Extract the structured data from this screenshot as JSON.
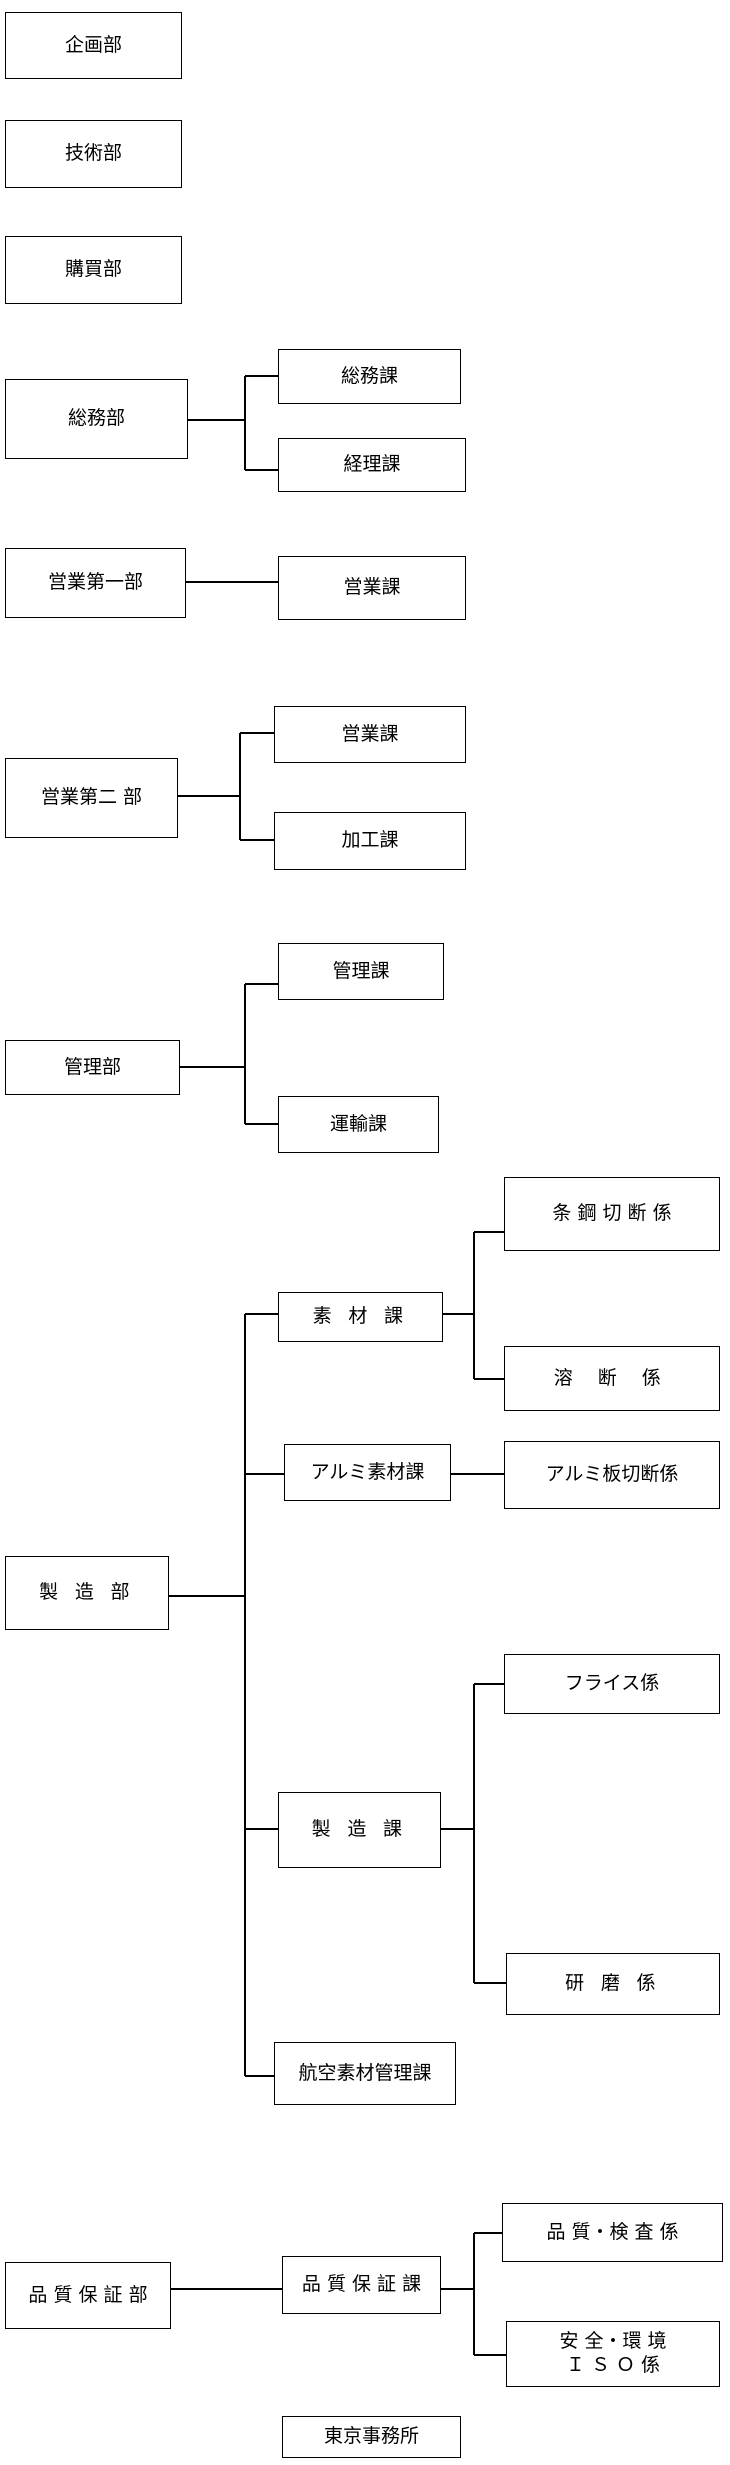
{
  "departments": {
    "kikaku": "企画部",
    "gijutsu": "技術部",
    "kobai": "購買部",
    "somu": "総務部",
    "eigyo1": "営業第一部",
    "eigyo2": "営業第二 部",
    "kanri": "管理部",
    "seizo": "製 造 部",
    "hinshitsu": "品 質 保 証 部",
    "tokyo": "東京事務所"
  },
  "sections": {
    "somu_ka": "総務課",
    "keiri_ka": "経理課",
    "eigyo1_eigyo_ka": "営業課",
    "eigyo2_eigyo_ka": "営業課",
    "kako_ka": "加工課",
    "kanri_ka": "管理課",
    "unyu_ka": "運輸課",
    "sozai_ka": "素 材 課",
    "alumi_sozai_ka": "アルミ素材課",
    "seizo_ka": "製 造 課",
    "koku_sozai_kanri_ka": "航空素材管理課",
    "hinshitsu_hosho_ka": "品 質 保 証 課"
  },
  "groups": {
    "jokou_setsudan": "条 鋼 切 断 係",
    "yodan": "溶 断 係",
    "alumi_ita_setsudan": "アルミ板切断係",
    "furaisu": "フライス係",
    "kenma": "研 磨 係",
    "hinshitsu_kensa": "品 質・検 査 係",
    "anzen_kankyo_iso": "安 全・環 境\nＩ Ｓ Ｏ 係"
  }
}
